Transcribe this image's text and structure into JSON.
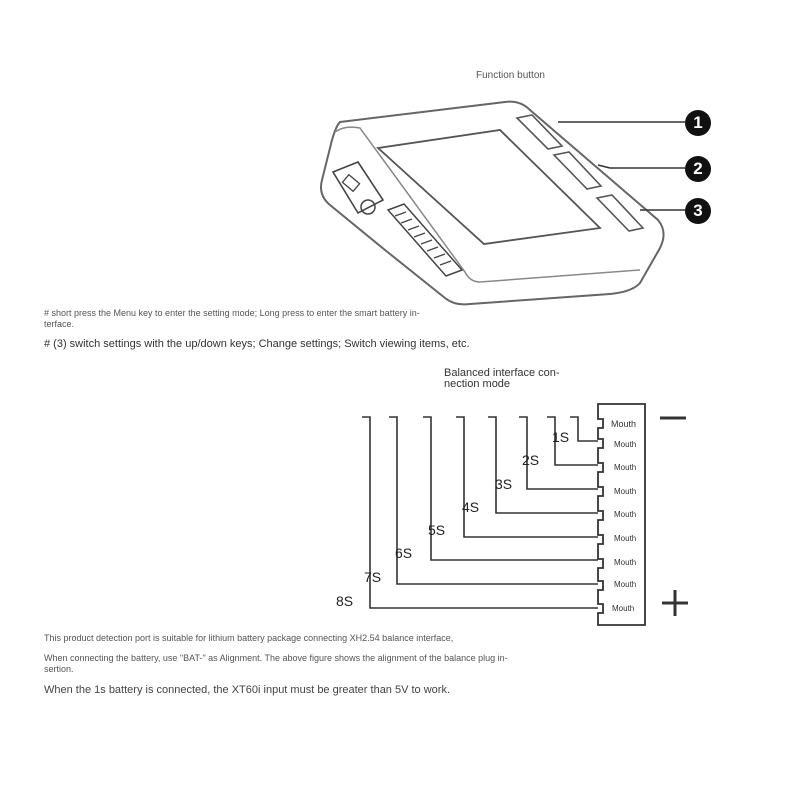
{
  "device": {
    "function_button_label": "Function button",
    "buttons": [
      "1",
      "2",
      "3"
    ]
  },
  "notes": {
    "line1": "# short press the Menu key to enter the setting mode; Long press to enter the smart battery in-\nterface.",
    "line2": "# (3) switch settings with the up/down keys; Change settings; Switch viewing items, etc."
  },
  "balance": {
    "title": "Balanced interface con-\nnection mode",
    "modes": [
      "1S",
      "2S",
      "3S",
      "4S",
      "5S",
      "6S",
      "7S",
      "8S"
    ],
    "pins": [
      "Mouth",
      "Mouth",
      "Mouth",
      "Mouth",
      "Mouth",
      "Mouth",
      "Mouth",
      "Mouth",
      "Mouth"
    ],
    "minus": "−",
    "plus": "+"
  },
  "footer": {
    "line1": "This product detection port is suitable for lithium battery package connecting XH2.54 balance interface,",
    "line2": "When connecting the battery, use \"BAT-\" as Alignment. The above figure shows the alignment of the balance plug in-\nsertion.",
    "line3": "When the 1s battery is connected, the XT60i input must be greater than 5V to work."
  }
}
